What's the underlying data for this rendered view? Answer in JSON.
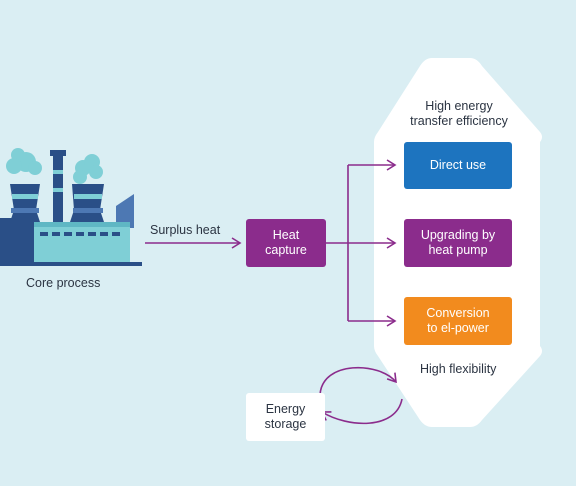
{
  "labels": {
    "core_process": "Core process",
    "surplus_heat": "Surplus heat",
    "high_efficiency": "High energy\ntransfer efficiency",
    "high_flexibility": "High flexibility"
  },
  "nodes": {
    "heat_capture": "Heat\ncapture",
    "direct_use": "Direct use",
    "upgrading": "Upgrading by\nheat pump",
    "conversion": "Conversion\nto el-power",
    "energy_storage": "Energy\nstorage"
  },
  "colors": {
    "background": "#daeef3",
    "purple": "#8b2c8c",
    "blue": "#1d74bf",
    "orange": "#f28b1e",
    "white": "#ffffff",
    "factory_dark": "#2a4f87",
    "factory_light": "#7fcfd6"
  },
  "icons": {
    "factory": "factory-icon"
  }
}
